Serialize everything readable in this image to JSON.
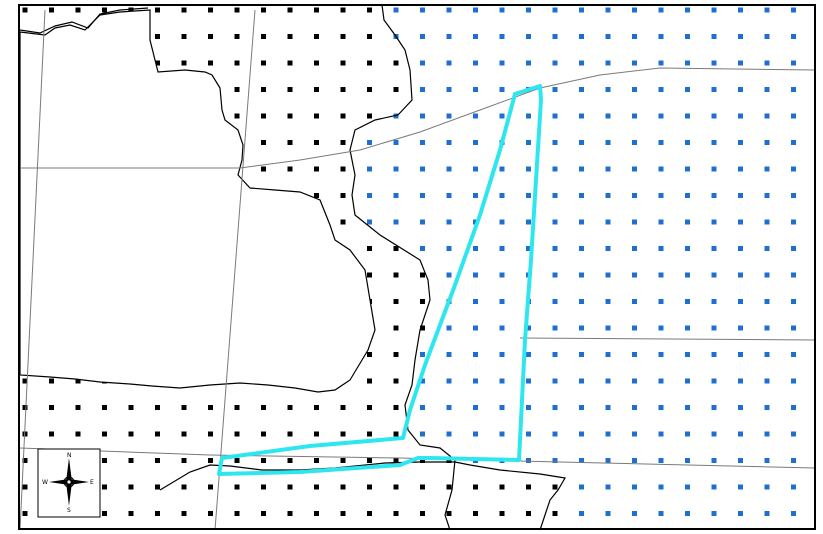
{
  "map": {
    "colors": {
      "frame": "#000000",
      "land_dots": "#000000",
      "water_dots": "#1f6fd1",
      "coastline": "#000000",
      "grid_lines": "#7a7a7a",
      "boundary": "#2ee6ef"
    },
    "legend": {
      "compass": {
        "north": "N",
        "south": "S",
        "east": "E",
        "west": "W"
      }
    }
  }
}
